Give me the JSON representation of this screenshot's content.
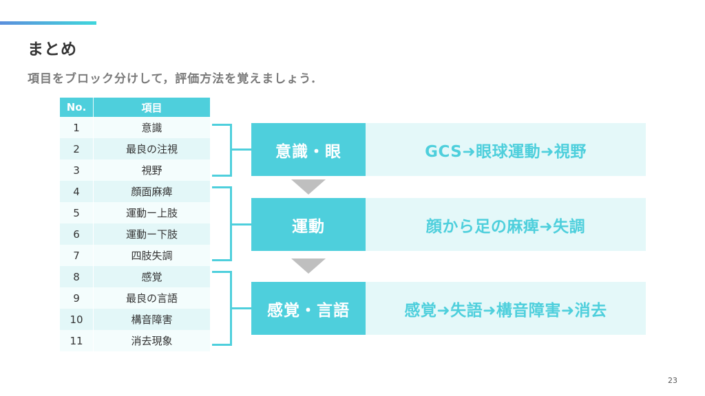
{
  "slide": {
    "title": "まとめ",
    "subtitle": "項目をブロック分けして，評価方法を覚えましょう．",
    "page_number": "23",
    "accent_color": "#4ecfdc"
  },
  "table": {
    "headers": [
      "No.",
      "項目"
    ],
    "rows": [
      {
        "no": "1",
        "item": "意識"
      },
      {
        "no": "2",
        "item": "最良の注視"
      },
      {
        "no": "3",
        "item": "視野"
      },
      {
        "no": "4",
        "item": "顔面麻痺"
      },
      {
        "no": "5",
        "item": "運動ー上肢"
      },
      {
        "no": "6",
        "item": "運動ー下肢"
      },
      {
        "no": "7",
        "item": "四肢失調"
      },
      {
        "no": "8",
        "item": "感覚"
      },
      {
        "no": "9",
        "item": "最良の言語"
      },
      {
        "no": "10",
        "item": "構音障害"
      },
      {
        "no": "11",
        "item": "消去現象"
      }
    ]
  },
  "blocks": [
    {
      "label": "意識・眼",
      "description": "GCS➜眼球運動➜視野"
    },
    {
      "label": "運動",
      "description": "顔から足の麻痺➜失調"
    },
    {
      "label": "感覚・言語",
      "description": "感覚➜失語➜構音障害➜消去"
    }
  ]
}
